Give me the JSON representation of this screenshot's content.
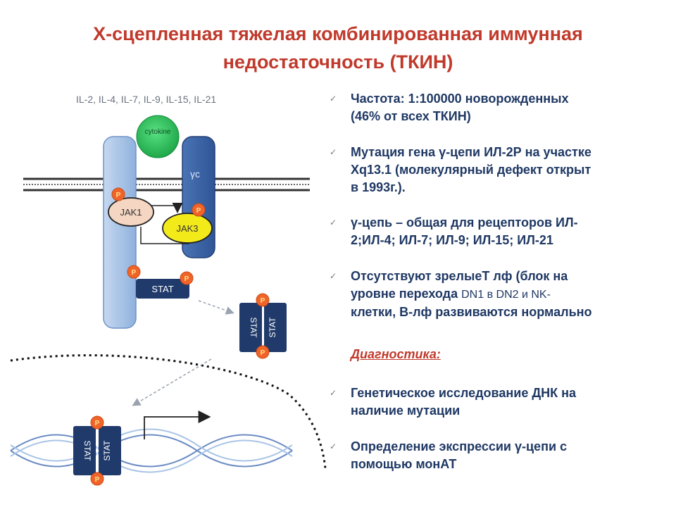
{
  "title": {
    "line1": "Х-сцепленная тяжелая комбинированная иммунная",
    "line2": "недостаточность (ТКИН)"
  },
  "diagram": {
    "cytokines_label": "IL-2, IL-4, IL-7, IL-9, IL-15, IL-21",
    "cytokine_label": "cytokine",
    "gamma_chain_label": "γc",
    "jak1_label": "JAK1",
    "jak3_label": "JAK3",
    "stat_label": "STAT",
    "phospho_label": "P"
  },
  "bullets": [
    {
      "lines": [
        "Частота: 1:100000 новорожденных",
        "(46% от всех ТКИН)"
      ]
    },
    {
      "lines": [
        "Мутация гена γ-цепи ИЛ-2Р на участке",
        "Xq13.1 (молекулярный дефект открыт",
        "в 1993г.)."
      ]
    },
    {
      "lines": [
        "γ-цепь – общая для рецепторов ИЛ-",
        "2;ИЛ-4; ИЛ-7; ИЛ-9; ИЛ-15; ИЛ-21"
      ]
    },
    {
      "line1": "Отсутствуют зрелыеТ лф (блок на",
      "line2_a": "уровне перехода ",
      "line2_b": "DN1 в DN2 и NK-",
      "line3": "клетки, В-лф развиваются нормально"
    }
  ],
  "diagnostics_heading": "Диагностика:",
  "diagnostics": [
    {
      "lines": [
        "Генетическое исследование ДНК на",
        "наличие мутации"
      ]
    },
    {
      "lines": [
        "Определение экспрессии γ-цепи с",
        "помощью монАТ"
      ]
    }
  ],
  "bullet_marker": "✓",
  "colors": {
    "title": "#c0392b",
    "text": "#1f3864",
    "receptor": "#a9c4e6",
    "cytokine": "#2ebd5a",
    "phospho": "#f0642a",
    "stat": "#1f3a6b"
  }
}
